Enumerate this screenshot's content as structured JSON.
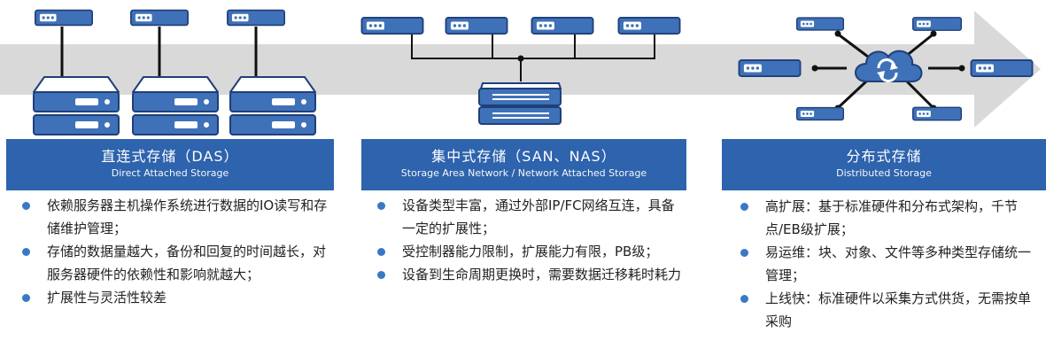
{
  "colors": {
    "accent": "#2e63ad",
    "arrow": "#d9d9d9",
    "bullet": "#3a78c4"
  },
  "icons": [
    "server-unit-icon",
    "storage-array-icon",
    "cloud-sync-icon"
  ],
  "panels": [
    {
      "title": "直连式存储（DAS）",
      "subtitle": "Direct Attached Storage",
      "bullets": [
        "依赖服务器主机操作系统进行数据的IO读写和存储维护管理；",
        "存储的数据量越大，备份和回复的时间越长，对服务器硬件的依赖性和影响就越大；",
        "扩展性与灵活性较差"
      ]
    },
    {
      "title": "集中式存储（SAN、NAS）",
      "subtitle": "Storage Area Network / Network Attached Storage",
      "bullets": [
        "设备类型丰富，通过外部IP/FC网络互连，具备一定的扩展性；",
        "受控制器能力限制，扩展能力有限，PB级；",
        "设备到生命周期更换时，需要数据迁移耗时耗力"
      ]
    },
    {
      "title": "分布式存储",
      "subtitle": "Distributed Storage",
      "bullets": [
        "高扩展：基于标准硬件和分布式架构，千节点/EB级扩展；",
        "易运维：块、对象、文件等多种类型存储统一管理；",
        "上线快：标准硬件以采集方式供货，无需按单采购"
      ]
    }
  ]
}
